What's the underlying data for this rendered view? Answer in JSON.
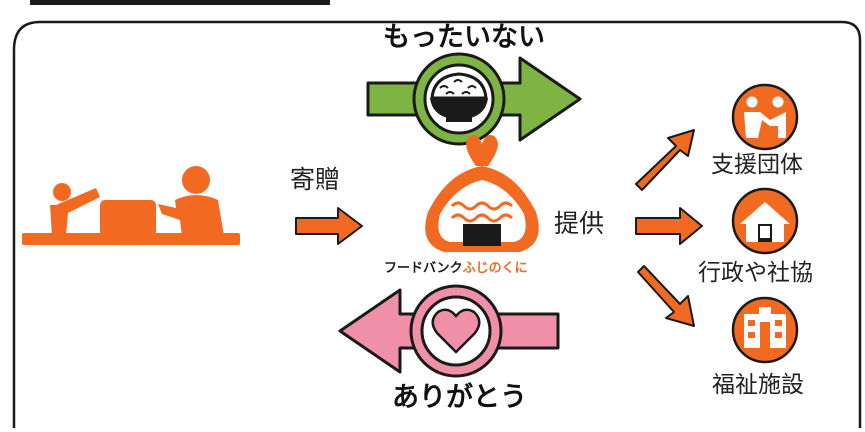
{
  "labels": {
    "mottainai": "もったいない",
    "arigatou": "ありがとう",
    "donation": "寄贈",
    "provision": "提供",
    "brand_part1": "フードバンク",
    "brand_part2": "ふじのくに",
    "recipients": [
      "支援団体",
      "行政や社協",
      "福祉施設"
    ]
  },
  "colors": {
    "orange": "#f26a21",
    "green": "#7db443",
    "pink": "#f08fa8",
    "dark": "#1a1a1a"
  },
  "icons": {
    "donor": "person-giving-box-icon",
    "rice_bowl": "rice-bowl-icon",
    "onigiri": "onigiri-icon",
    "heart": "heart-icon",
    "handshake": "handshake-icon",
    "house": "house-icon",
    "building": "building-icon"
  }
}
